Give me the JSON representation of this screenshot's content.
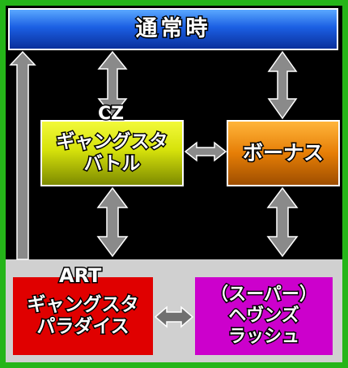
{
  "states": {
    "normal": {
      "lines": [
        "通常時"
      ]
    },
    "cz": {
      "tag": "CZ",
      "lines": [
        "ギャングスタ",
        "バトル"
      ]
    },
    "bonus": {
      "lines": [
        "ボーナス"
      ]
    },
    "art": {
      "tag": "ART",
      "lines": [
        "ギャングスタ",
        "パラダイス"
      ]
    },
    "heaven": {
      "lines": [
        "（スーパー）",
        "ヘヴンズ",
        "ラッシュ"
      ]
    }
  },
  "colors": {
    "frame": "#25b519",
    "background": "#000000",
    "art_zone": "#d0d0d0",
    "arrow": "#8a8a8a",
    "normal": "#1b5fe3",
    "cz": "#d6e20b",
    "bonus": "#e67e06",
    "art": "#e00000",
    "heaven": "#cc00cc"
  }
}
